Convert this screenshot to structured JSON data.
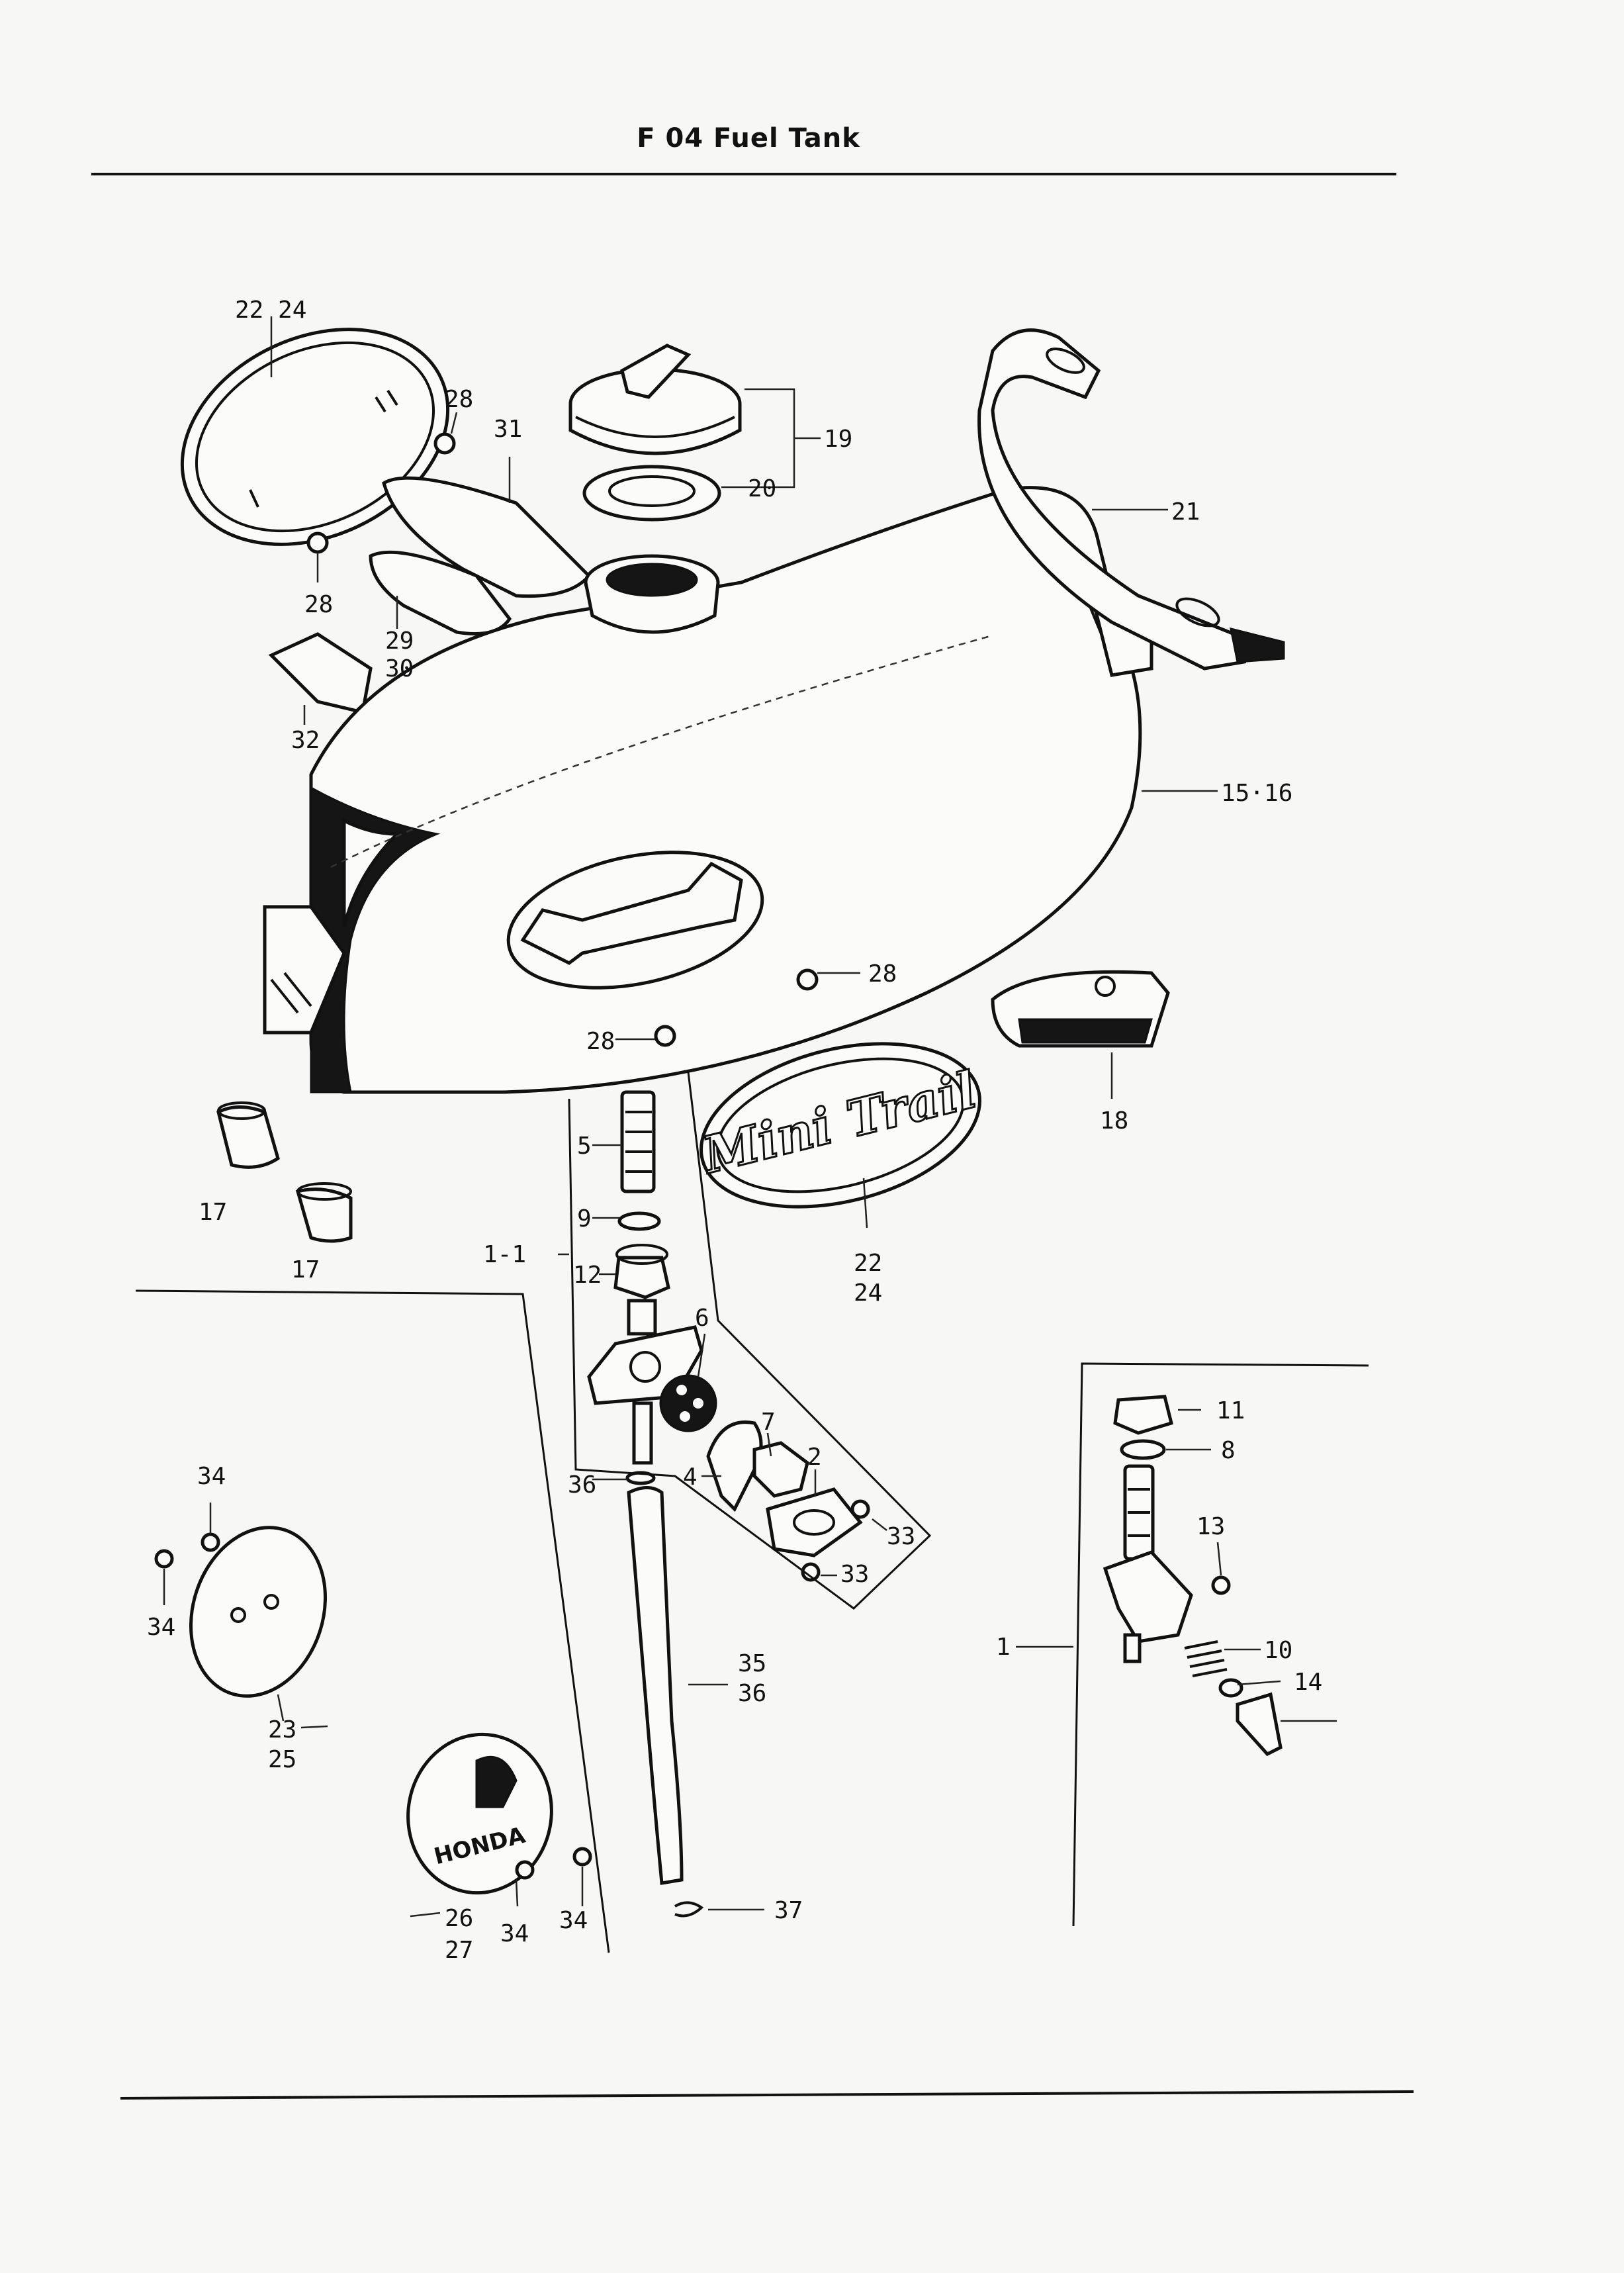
{
  "header": {
    "title": "F 04   Fuel Tank"
  },
  "callouts": {
    "c22_24_top": "22 24",
    "c28_a": "28",
    "c31": "31",
    "c19": "19",
    "c20": "20",
    "c21": "21",
    "c28_b": "28",
    "c29": "29",
    "c30": "30",
    "c32": "32",
    "c15_16": "15·16",
    "c28_c": "28",
    "c28_d": "28",
    "c18": "18",
    "c5": "5",
    "c9": "9",
    "c1_1": "1-1",
    "c12": "12",
    "c6": "6",
    "c17_a": "17",
    "c17_b": "17",
    "c22": "22",
    "c24": "24",
    "c7": "7",
    "c2": "2",
    "c4": "4",
    "c36_a": "36",
    "c33_a": "33",
    "c33_b": "33",
    "c11": "11",
    "c8": "8",
    "c13": "13",
    "c1": "1",
    "c10": "10",
    "c14": "14",
    "c34_a": "34",
    "c34_b": "34",
    "c23": "23",
    "c25": "25",
    "c35": "35",
    "c36_b": "36",
    "c26": "26",
    "c27": "27",
    "c34_c": "34",
    "c34_d": "34",
    "c37": "37"
  },
  "emblems": {
    "side_badge_text": "Mini Trail",
    "round_badge_text": "HONDA"
  }
}
